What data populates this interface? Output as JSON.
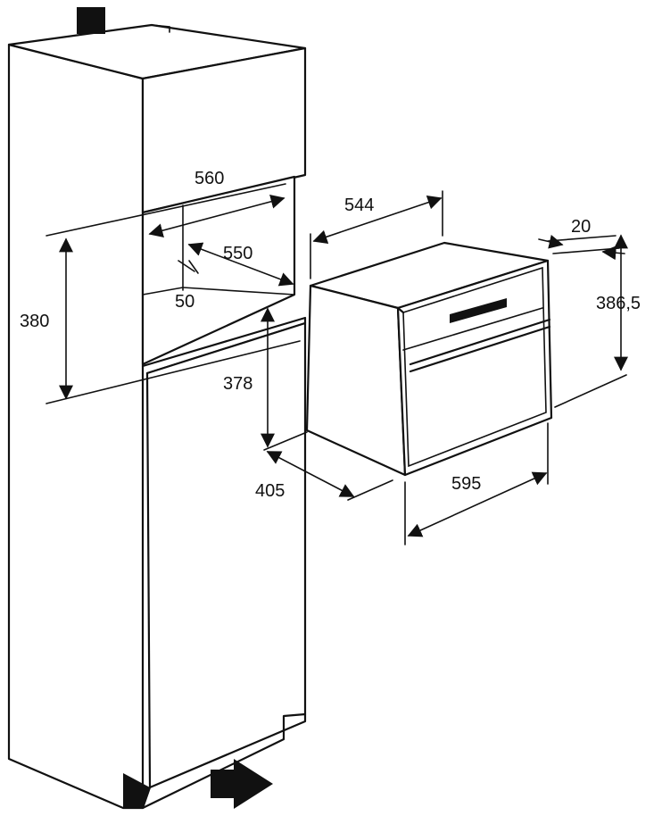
{
  "dimensions": {
    "niche_width": "560",
    "niche_inner_width": "550",
    "niche_depth_offset": "50",
    "niche_height": "380",
    "oven_height_rear": "378",
    "oven_depth_side": "405",
    "oven_depth_top": "544",
    "oven_width": "595",
    "front_thickness": "20",
    "front_height": "386,5"
  },
  "colors": {
    "stroke": "#111111",
    "background": "#ffffff"
  },
  "icons": {
    "ventilation_arrow_top": "square-block-icon",
    "ventilation_arrow_bottom": "arrow-icon"
  }
}
